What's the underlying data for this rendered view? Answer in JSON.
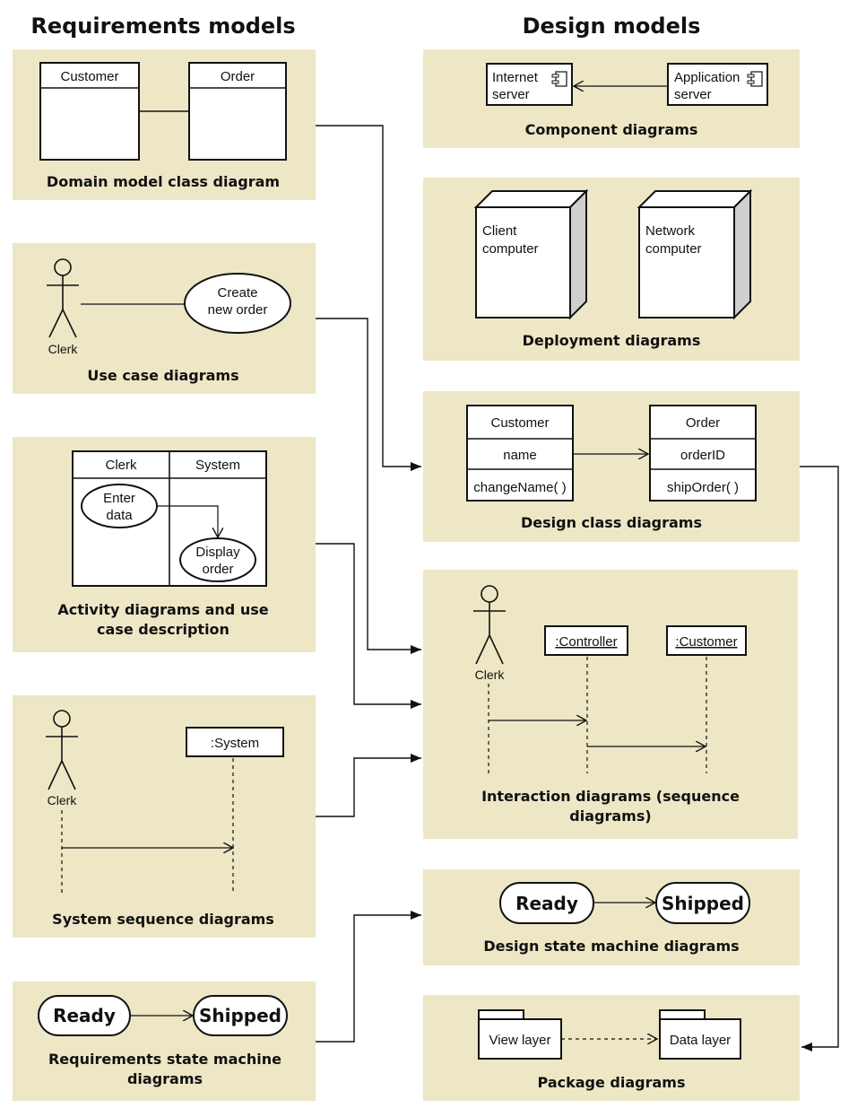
{
  "headers": {
    "requirements": "Requirements models",
    "design": "Design models"
  },
  "domain_model": {
    "caption": "Domain model class diagram",
    "class_a": "Customer",
    "class_b": "Order"
  },
  "use_case": {
    "caption": "Use case diagrams",
    "actor": "Clerk",
    "usecase_line1": "Create",
    "usecase_line2": "new order"
  },
  "activity": {
    "caption_line1": "Activity diagrams and use",
    "caption_line2": "case description",
    "lane1": "Clerk",
    "lane2": "System",
    "act1_line1": "Enter",
    "act1_line2": "data",
    "act2_line1": "Display",
    "act2_line2": "order"
  },
  "system_sequence": {
    "caption": "System sequence diagrams",
    "actor": "Clerk",
    "object": ":System"
  },
  "req_state": {
    "caption_line1": "Requirements state machine",
    "caption_line2": "diagrams",
    "state1": "Ready",
    "state2": "Shipped"
  },
  "component": {
    "caption": "Component diagrams",
    "comp1_line1": "Internet",
    "comp1_line2": "server",
    "comp2_line1": "Application",
    "comp2_line2": "server"
  },
  "deployment": {
    "caption": "Deployment diagrams",
    "node1_line1": "Client",
    "node1_line2": "computer",
    "node2_line1": "Network",
    "node2_line2": "computer"
  },
  "design_class": {
    "caption": "Design class diagrams",
    "class1": {
      "name": "Customer",
      "attr": "name",
      "op": "changeName( )"
    },
    "class2": {
      "name": "Order",
      "attr": "orderID",
      "op": "shipOrder( )"
    }
  },
  "interaction": {
    "caption_line1": "Interaction diagrams (sequence",
    "caption_line2": "diagrams)",
    "actor": "Clerk",
    "obj1": ":Controller",
    "obj2": ":Customer"
  },
  "design_state": {
    "caption": "Design state machine diagrams",
    "state1": "Ready",
    "state2": "Shipped"
  },
  "package": {
    "caption": "Package diagrams",
    "pkg1": "View layer",
    "pkg2": "Data layer"
  }
}
